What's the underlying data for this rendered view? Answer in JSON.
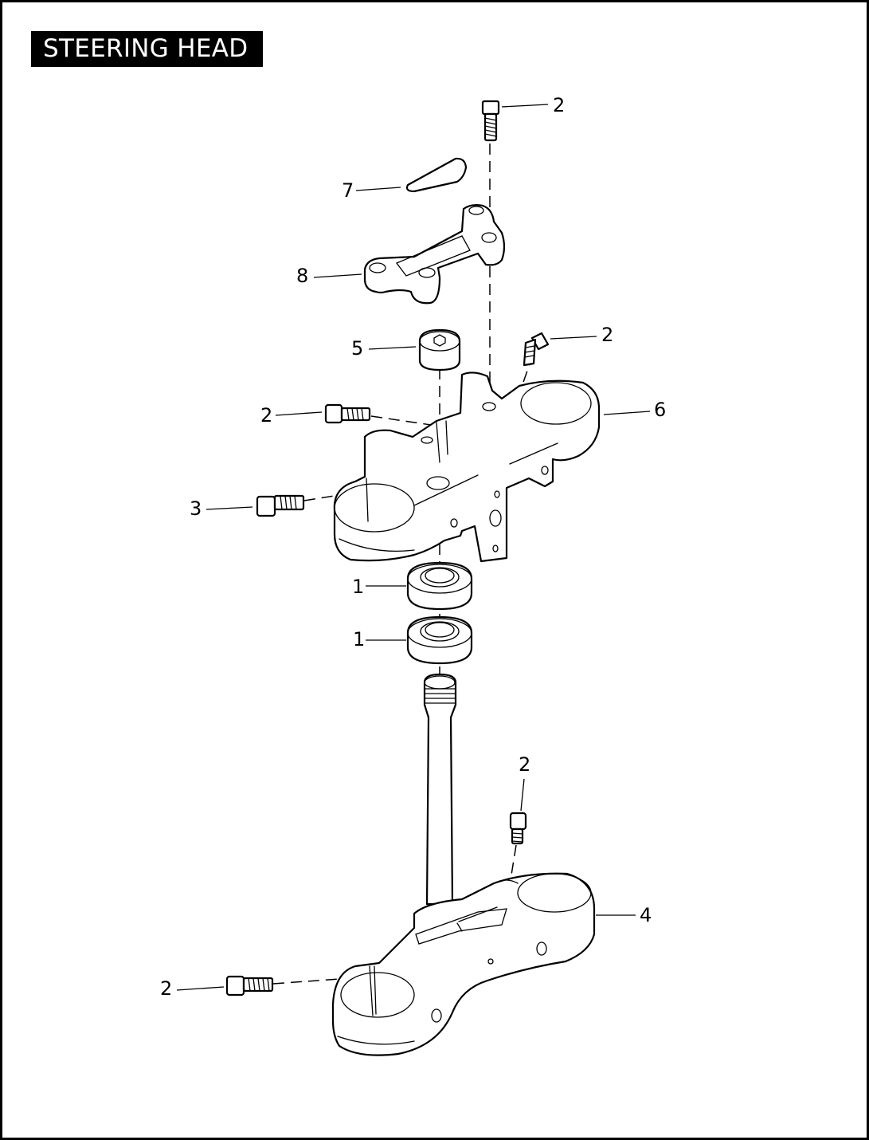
{
  "title": "STEERING HEAD",
  "callouts": {
    "c1": "2",
    "c2": "7",
    "c3": "8",
    "c4": "5",
    "c5": "2",
    "c6": "2",
    "c7": "6",
    "c8": "3",
    "c9": "1",
    "c10": "1",
    "c11": "2",
    "c12": "4",
    "c13": "2"
  },
  "parts": [
    {
      "number": "1",
      "name": "bearing"
    },
    {
      "number": "2",
      "name": "screw"
    },
    {
      "number": "3",
      "name": "screw"
    },
    {
      "number": "4",
      "name": "lower-fork-bracket-with-stem"
    },
    {
      "number": "5",
      "name": "cap"
    },
    {
      "number": "6",
      "name": "upper-fork-bracket"
    },
    {
      "number": "7",
      "name": "insert"
    },
    {
      "number": "8",
      "name": "handlebar-clamp"
    }
  ]
}
